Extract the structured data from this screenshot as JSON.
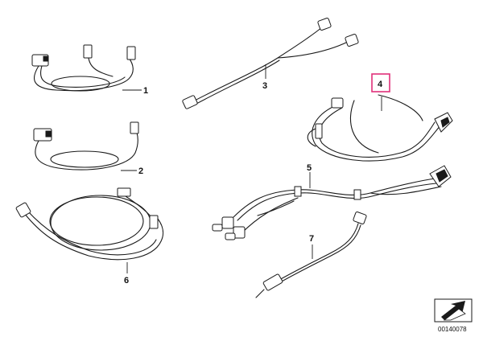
{
  "parts": [
    {
      "id": "part-1",
      "label": "1"
    },
    {
      "id": "part-2",
      "label": "2"
    },
    {
      "id": "part-3",
      "label": "3"
    },
    {
      "id": "part-4",
      "label": "4",
      "highlighted": true
    },
    {
      "id": "part-5",
      "label": "5"
    },
    {
      "id": "part-6",
      "label": "6"
    },
    {
      "id": "part-7",
      "label": "7"
    }
  ],
  "highlight_color": "#e0307a",
  "document_number": "00140078",
  "corner_icon": "arrow-ribbon-icon"
}
